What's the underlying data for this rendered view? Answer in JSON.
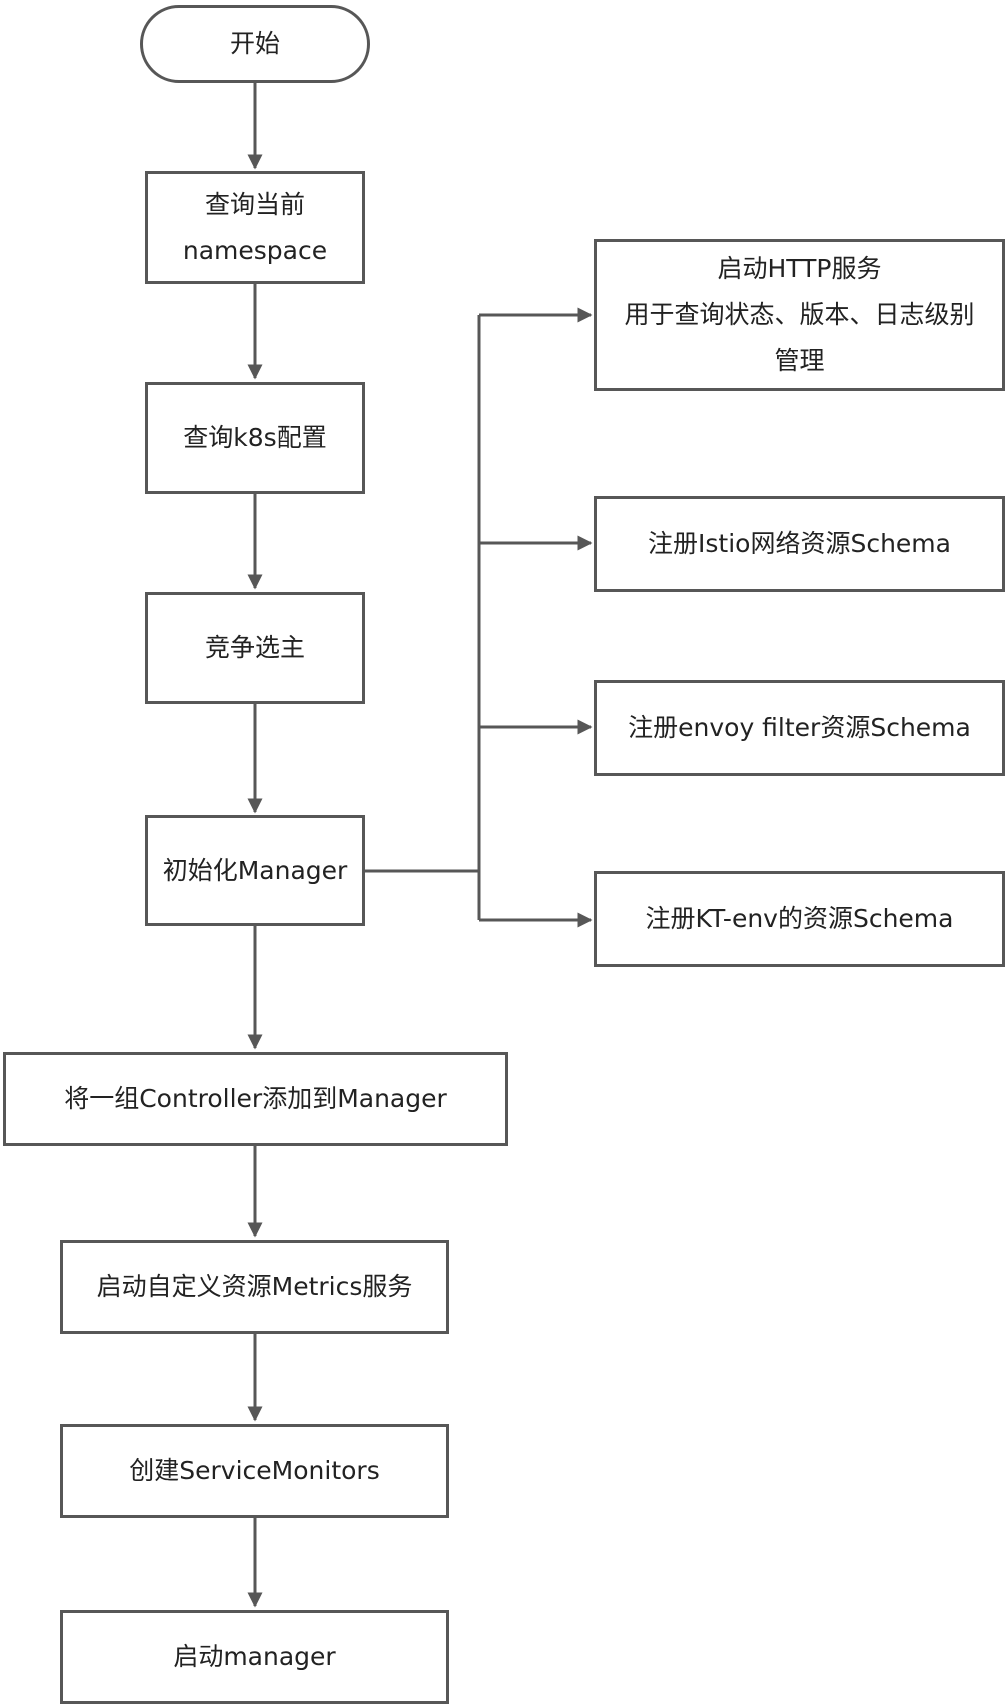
{
  "nodes": {
    "start": {
      "label": "开始"
    },
    "query_namespace": {
      "line1": "查询当前",
      "line2": "namespace"
    },
    "query_k8s": {
      "label": "查询k8s配置"
    },
    "leader_election": {
      "label": "竞争选主"
    },
    "init_manager": {
      "label": "初始化Manager"
    },
    "add_controllers": {
      "label": "将一组Controller添加到Manager"
    },
    "start_metrics": {
      "label": "启动自定义资源Metrics服务"
    },
    "create_service_monitors": {
      "label": "创建ServiceMonitors"
    },
    "start_manager": {
      "label": "启动manager"
    },
    "start_http": {
      "line1": "启动HTTP服务",
      "line2": "用于查询状态、版本、日志级别",
      "line3": "管理"
    },
    "register_istio": {
      "label": "注册Istio网络资源Schema"
    },
    "register_envoy": {
      "label": "注册envoy filter资源Schema"
    },
    "register_kt_env": {
      "label": "注册KT-env的资源Schema"
    }
  },
  "edges": [
    [
      "start",
      "query_namespace"
    ],
    [
      "query_namespace",
      "query_k8s"
    ],
    [
      "query_k8s",
      "leader_election"
    ],
    [
      "leader_election",
      "init_manager"
    ],
    [
      "init_manager",
      "add_controllers"
    ],
    [
      "add_controllers",
      "start_metrics"
    ],
    [
      "start_metrics",
      "create_service_monitors"
    ],
    [
      "create_service_monitors",
      "start_manager"
    ],
    [
      "init_manager",
      "start_http"
    ],
    [
      "init_manager",
      "register_istio"
    ],
    [
      "init_manager",
      "register_envoy"
    ],
    [
      "init_manager",
      "register_kt_env"
    ]
  ],
  "colors": {
    "stroke": "#575757",
    "text": "#222222",
    "background": "#ffffff"
  }
}
